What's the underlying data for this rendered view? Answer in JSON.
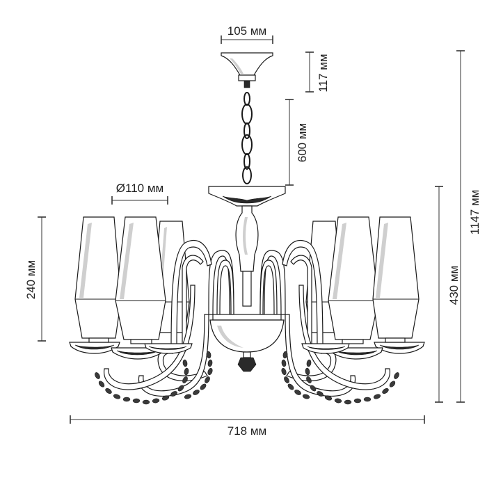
{
  "dimensions": {
    "canopy_width": "105 мм",
    "canopy_height": "117 мм",
    "chain_length": "600 мм",
    "shade_diameter": "Ø110 мм",
    "shade_height": "240 мм",
    "body_height": "430 мм",
    "total_height": "1147 мм",
    "total_width": "718 мм"
  }
}
